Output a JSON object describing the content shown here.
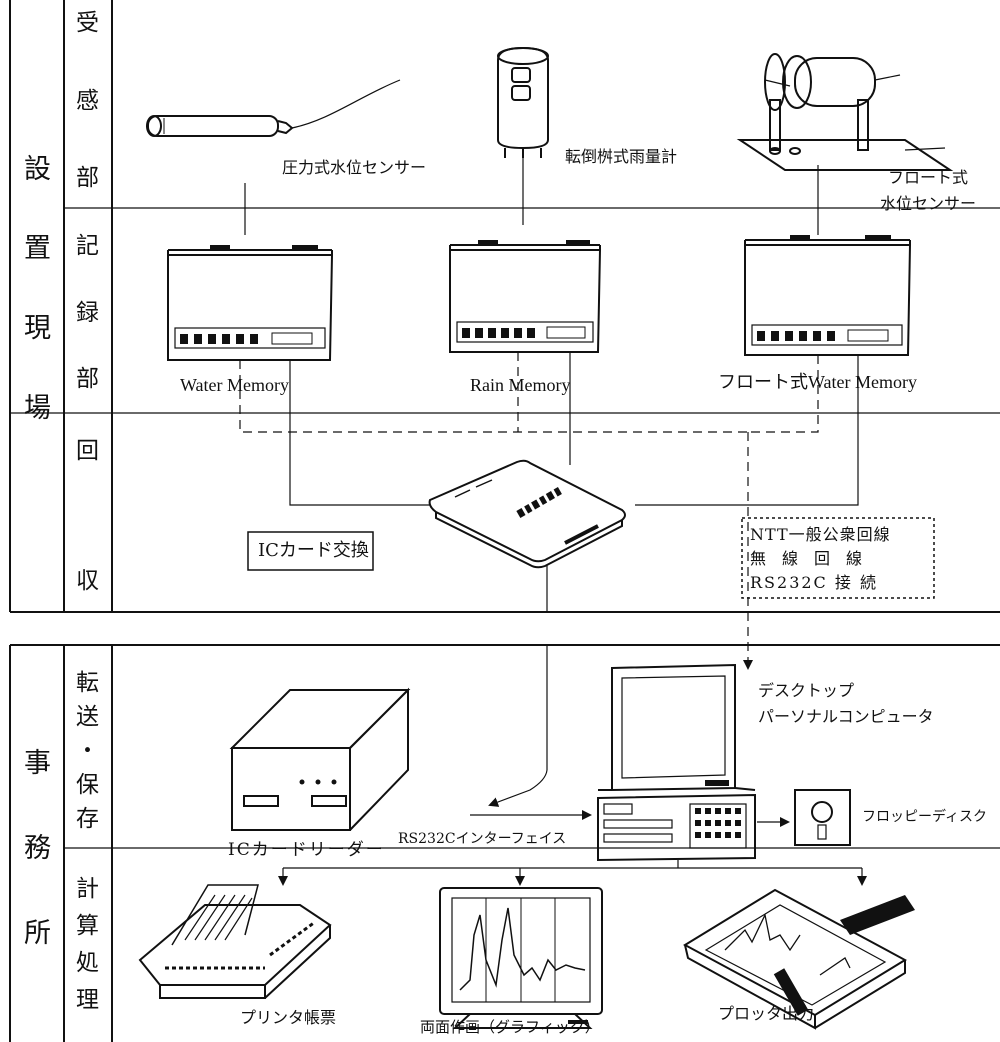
{
  "sections": {
    "site": {
      "label": [
        "設",
        "置",
        "現",
        "場"
      ]
    },
    "office": {
      "label": [
        "事",
        "務",
        "所"
      ]
    }
  },
  "subsections": {
    "sensing": [
      "受",
      "感",
      "部"
    ],
    "recording": [
      "記",
      "録",
      "部"
    ],
    "collection": [
      "回",
      "収"
    ],
    "transfer": [
      "転",
      "送",
      "・",
      "保",
      "存"
    ],
    "processing": [
      "計",
      "算",
      "処",
      "理"
    ]
  },
  "devices": {
    "pressure_sensor": "圧力式水位センサー",
    "rain_gauge": "転倒桝式雨量計",
    "float_sensor_line1": "フロート式",
    "float_sensor_line2": "水位センサー",
    "water_memory": "Water  Memory",
    "rain_memory": "Rain  Memory",
    "float_water_memory": "フロート式Water  Memory",
    "ic_card_exchange": "ICカード交換",
    "comm_line1": "NTT一般公衆回線",
    "comm_line2": "無　線　回　線",
    "comm_line3": "RS232C 接 続",
    "ic_card_reader": "ICカードリーダー",
    "rs232c_interface": "RS232Cインターフェイス",
    "desktop_pc_line1": "デスクトップ",
    "desktop_pc_line2": "パーソナルコンピュータ",
    "floppy_disk": "フロッピーディスク",
    "printer": "プリンタ帳票",
    "screen_graphic": "両面作画（グラフィック）",
    "plotter": "プロッタ出力"
  },
  "colors": {
    "ink": "#111111",
    "paper": "#ffffff"
  }
}
